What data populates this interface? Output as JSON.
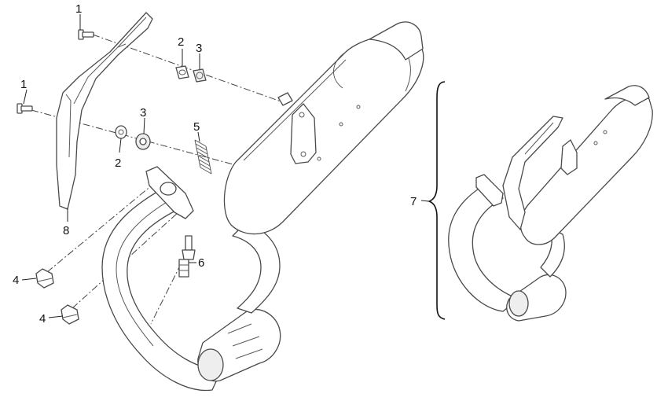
{
  "callouts": {
    "c1_top": "1",
    "c1_mid": "1",
    "c2_top": "2",
    "c2_mid": "2",
    "c3_top": "3",
    "c3_mid": "3",
    "c4_upper": "4",
    "c4_lower": "4",
    "c5": "5",
    "c6": "6",
    "c7": "7",
    "c8": "8"
  }
}
